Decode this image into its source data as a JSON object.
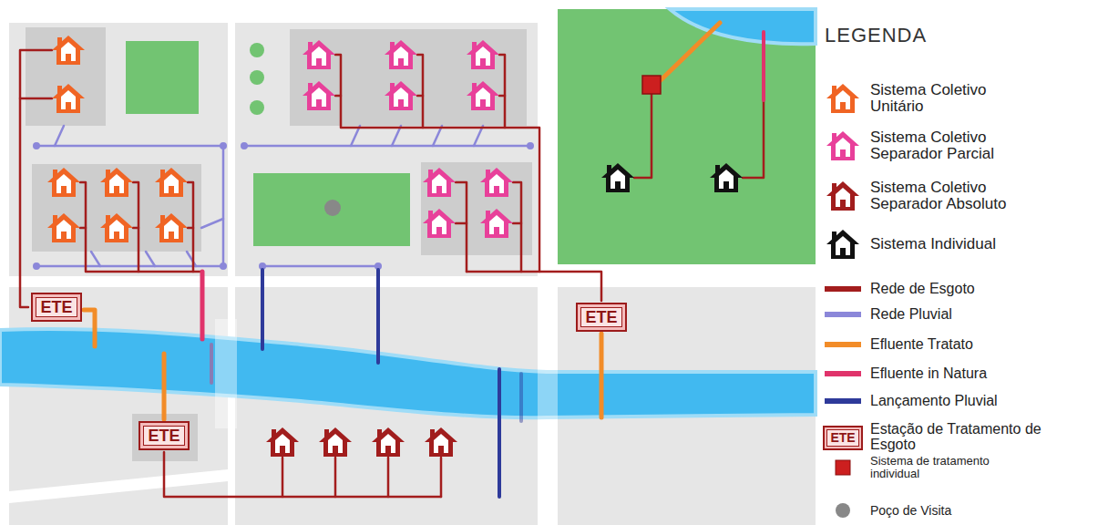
{
  "diagram": {
    "nodes": [
      {
        "text": [
          "ETE"
        ]
      },
      {
        "text": [
          "ETE"
        ]
      },
      {
        "text": [
          "ETE"
        ]
      }
    ],
    "labels": [
      "LEGENDA",
      "ETE"
    ],
    "legend": [
      {
        "text": "Sistema Coletivo Unitário"
      },
      {
        "text": "Sistema Coletivo Separador Parcial"
      },
      {
        "text": "Sistema Coletivo Separador Absoluto"
      },
      {
        "text": "Sistema Individual"
      },
      {
        "text": "Rede de Esgoto"
      },
      {
        "text": "Rede Pluvial"
      },
      {
        "text": "Efluente Tratato"
      },
      {
        "text": "Efluente in Natura"
      },
      {
        "text": "Lançamento Pluvial"
      },
      {
        "text": "Estação de Tratamento de Esgoto"
      },
      {
        "text": "Sistema de tratamento individual",
        "color": "#cc1f1f"
      },
      {
        "text": "Poço de Visita"
      }
    ]
  }
}
